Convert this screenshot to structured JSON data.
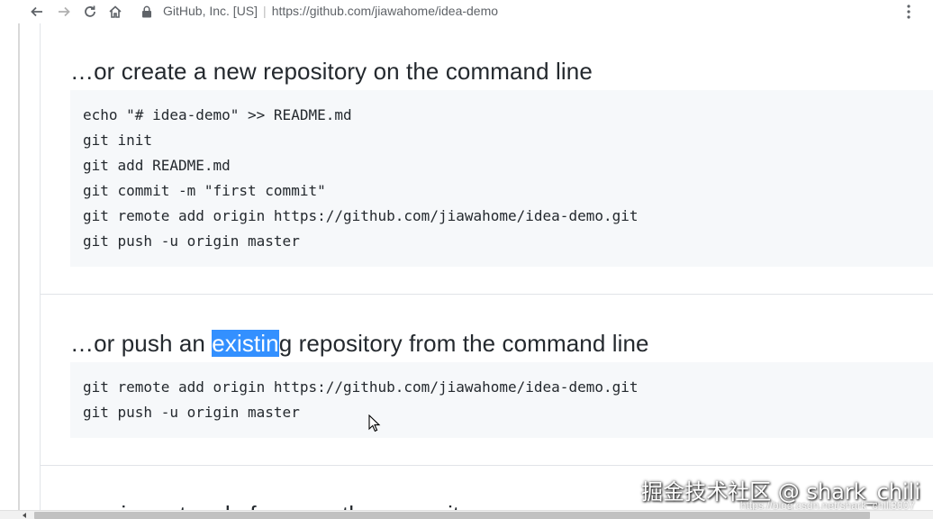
{
  "browser": {
    "site_identity": "GitHub, Inc. [US]",
    "url": "https://github.com/jiawahome/idea-demo"
  },
  "sections": [
    {
      "heading_pre": "…or create a new repository on the command line",
      "lines": [
        "echo \"# idea-demo\" >> README.md",
        "git init",
        "git add README.md",
        "git commit -m \"first commit\"",
        "git remote add origin https://github.com/jiawahome/idea-demo.git",
        "git push -u origin master"
      ]
    },
    {
      "heading_pre": "…or push an ",
      "heading_highlight": "existin",
      "heading_post": "g repository from the command line",
      "lines": [
        "git remote add origin https://github.com/jiawahome/idea-demo.git",
        "git push -u origin master"
      ]
    }
  ],
  "cut_off_heading": "…or import code from another repository",
  "watermark": {
    "text": "掘金技术社区 @ shark_chili",
    "url": "https://blog.csdn.net/shark_chili3007"
  },
  "colors": {
    "selection": "#3390ff",
    "code_background": "#f6f8fa",
    "border": "#e1e4e8"
  }
}
